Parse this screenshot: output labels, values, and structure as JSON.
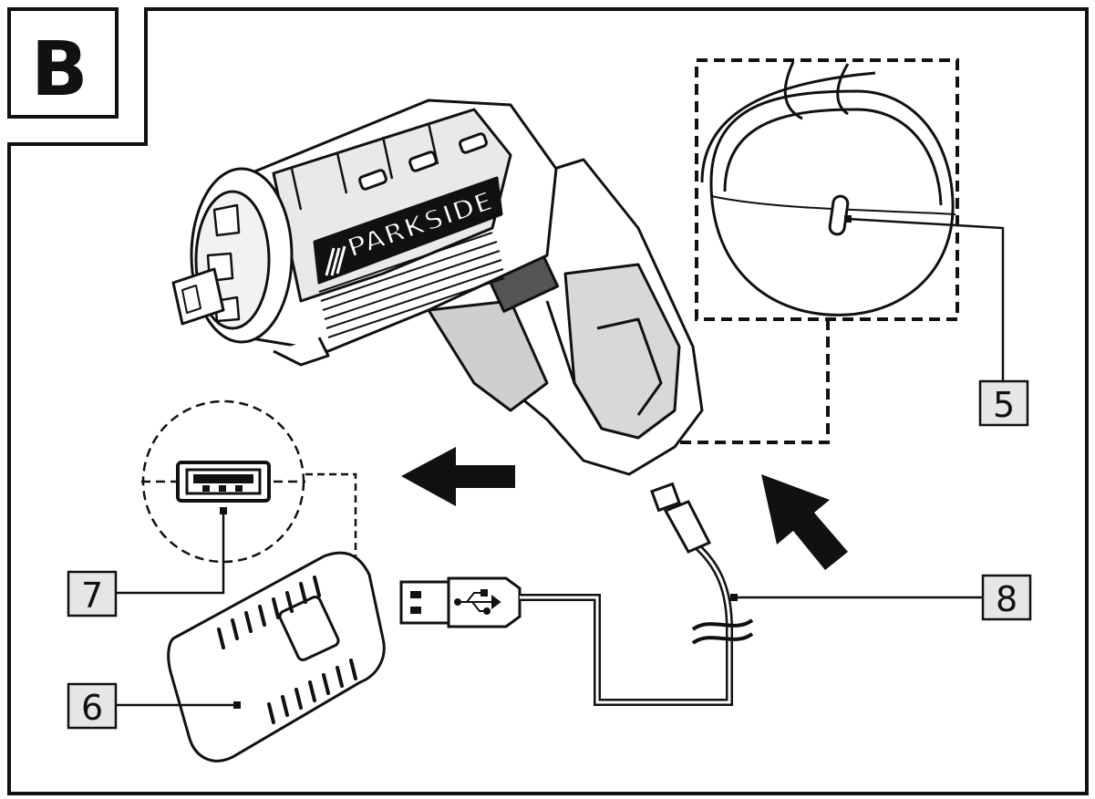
{
  "panel": {
    "label": "B"
  },
  "device": {
    "brand": "PARKSIDE"
  },
  "callouts": [
    {
      "id": "c5",
      "number": "5"
    },
    {
      "id": "c6",
      "number": "6"
    },
    {
      "id": "c7",
      "number": "7"
    },
    {
      "id": "c8",
      "number": "8"
    }
  ],
  "icons": {
    "usb": "usb-symbol-icon",
    "arrow_left": "arrow-left-icon",
    "arrow_up_left": "arrow-up-left-icon"
  },
  "colors": {
    "line": "#111111",
    "callout_fill": "#e6e6e6",
    "background": "#ffffff"
  }
}
